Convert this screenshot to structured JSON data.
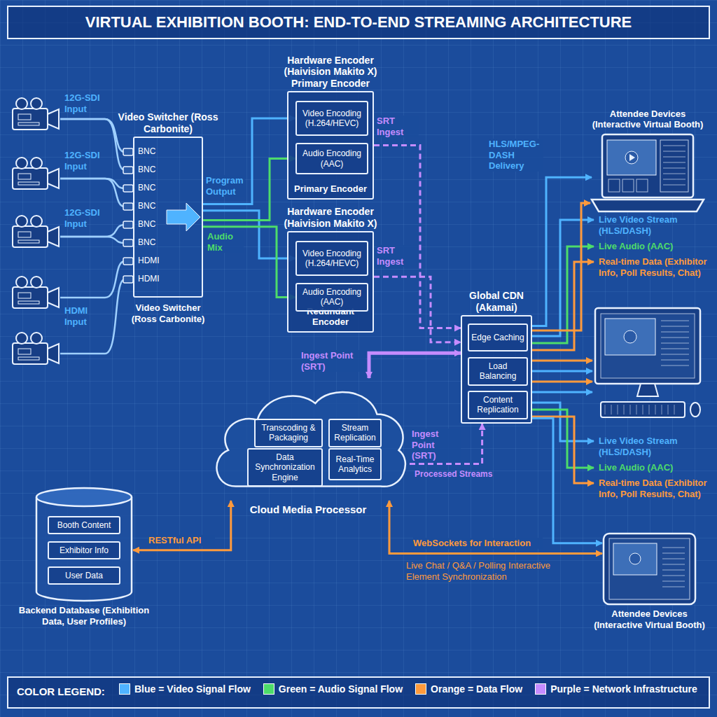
{
  "diagram": {
    "title": "VIRTUAL EXHIBITION BOOTH: END-TO-END STREAMING ARCHITECTURE",
    "nodes": [
      {
        "text": [
          "Video Switcher (Ross Carbonite)"
        ]
      },
      {
        "text": [
          "Hardware Encoder (Haivision Makito X) Primary Encoder",
          "Primary Encoder"
        ]
      },
      {
        "text": [
          "Video Encoding (H.264/HEVC)"
        ],
        "in": 1
      },
      {
        "text": [
          "Audio Encoding (AAC)"
        ],
        "in": 1
      },
      {
        "text": [
          "Hardware Encoder (Haivision Makito X)",
          "Redundant Encoder"
        ]
      },
      {
        "text": [
          "Video Encoding (H.264/HEVC)"
        ],
        "in": 4
      },
      {
        "text": [
          "Audio Encoding (AAC)"
        ],
        "in": 4
      },
      {
        "text": [
          "Global CDN (Akamai)"
        ]
      },
      {
        "text": [
          "Edge Caching"
        ],
        "in": 7
      },
      {
        "text": [
          "Load Balancing"
        ],
        "in": 7
      },
      {
        "text": [
          "Content Replication"
        ],
        "in": 7
      },
      {
        "text": [
          "Cloud Media Processor"
        ]
      },
      {
        "text": [
          "Transcoding & Packaging"
        ],
        "in": 11
      },
      {
        "text": [
          "Stream Replication"
        ],
        "in": 11
      },
      {
        "text": [
          "Data Synchronization Engine"
        ],
        "in": 11
      },
      {
        "text": [
          "Real-Time Analytics"
        ],
        "in": 11
      },
      {
        "text": [
          "Backend Database (Exhibition Data, User Profiles)"
        ]
      },
      {
        "text": [
          "Booth Content"
        ],
        "in": 16
      },
      {
        "text": [
          "Exhibitor Info"
        ],
        "in": 16
      },
      {
        "text": [
          "User Data"
        ],
        "in": 16
      },
      {
        "text": [
          "Attendee Devices (Interactive Virtual Booth)"
        ]
      },
      {
        "text": [
          "Attendee Devices (Interactive Virtual Booth)"
        ]
      }
    ],
    "edges": [
      {
        "from": 0,
        "to": 2,
        "arrow": "to",
        "label": "Program Output"
      },
      {
        "from": 0,
        "to": 5,
        "arrow": "to"
      },
      {
        "from": 0,
        "to": 3,
        "arrow": "to"
      },
      {
        "from": 0,
        "to": 6,
        "arrow": "to",
        "label": "Audio Mix"
      },
      {
        "from": 1,
        "to": 7,
        "arrow": "to",
        "label": "SRT Ingest"
      },
      {
        "from": 4,
        "to": 7,
        "arrow": "to",
        "label": "SRT Ingest"
      },
      {
        "from": 11,
        "to": 7,
        "arrow": "both",
        "label": "Ingest Point (SRT)"
      },
      {
        "from": 11,
        "to": 7,
        "arrow": "to",
        "label": "Ingest Point (SRT)"
      },
      {
        "from": 16,
        "to": 11,
        "arrow": "both",
        "label": "RESTful API"
      },
      {
        "from": 11,
        "to": 21,
        "arrow": "both",
        "label": "WebSockets for Interaction"
      },
      {
        "from": 7,
        "to": 20,
        "arrow": "to",
        "label": "HLS/MPEG-DASH Delivery"
      },
      {
        "from": 7,
        "to": 21,
        "arrow": "to"
      }
    ],
    "labels": [
      "12G-SDI Input",
      "12G-SDI Input",
      "12G-SDI Input",
      "HDMI Input",
      "BNC",
      "BNC",
      "BNC",
      "BNC",
      "BNC",
      "BNC",
      "HDMI",
      "HDMI",
      "Video Switcher (Ross Carbonite)",
      "Processed Streams",
      "Live Video Stream (HLS/DASH)",
      "Live Audio (AAC)",
      "Real-time Data (Exhibitor Info, Poll Results, Chat)",
      "Live Video Stream (HLS/DASH)",
      "Live Audio (AAC)",
      "Real-time Data (Exhibitor Info, Poll Results, Chat)",
      "Live Chat / Q&A / Polling Interactive Element Synchronization",
      "COLOR LEGEND:"
    ],
    "legend": [
      {
        "text": "Blue = Video Signal Flow",
        "color": "#4fb3ff"
      },
      {
        "text": "Green = Audio Signal Flow",
        "color": "#4ddc6a"
      },
      {
        "text": "Orange = Data Flow",
        "color": "#ff9a3c"
      },
      {
        "text": "Purple = Network Infrastructure",
        "color": "#c58cff"
      }
    ]
  }
}
